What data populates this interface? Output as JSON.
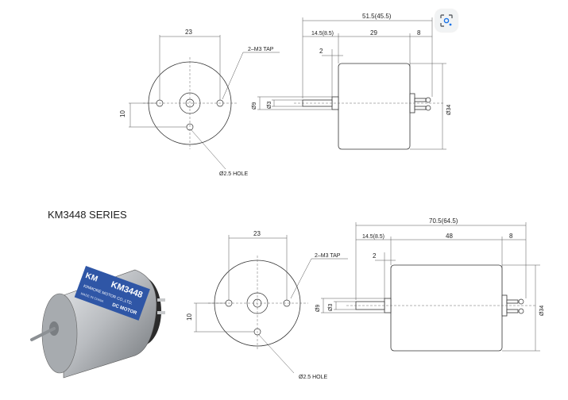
{
  "top": {
    "front_width": "23",
    "tap_label": "2–M3 TAP",
    "front_offset": "10",
    "hole_label": "Ø2.5 HOLE",
    "overall_length": "51.5(45.5)",
    "shaft_length": "14.5(8.5)",
    "body_length": "29",
    "terminal_length": "8",
    "boss_length": "2",
    "boss_dia": "Ø9",
    "shaft_dia": "Ø3",
    "body_dia": "Ø34"
  },
  "bottom": {
    "series_title": "KM3448 SERIES",
    "front_width": "23",
    "tap_label": "2–M3 TAP",
    "front_offset": "10",
    "hole_label": "Ø2.5 HOLE",
    "overall_length": "70.5(64.5)",
    "shaft_length": "14.5(8.5)",
    "body_length": "48",
    "terminal_length": "8",
    "boss_length": "2",
    "boss_dia": "Ø9",
    "shaft_dia": "Ø3",
    "body_dia": "Ø34"
  },
  "photo": {
    "model_label": "KM3448",
    "brand_label": "KM",
    "type_label": "DC MOTOR",
    "maker_label": "KINMORE MOTOR CO.,LTD.",
    "origin_label": "MADE IN CHINA"
  },
  "icons": {
    "lens": "lens-search-icon"
  },
  "colors": {
    "line": "#333333",
    "label_blue": "#2f56a6",
    "can_metal": "#b9bcc0"
  }
}
